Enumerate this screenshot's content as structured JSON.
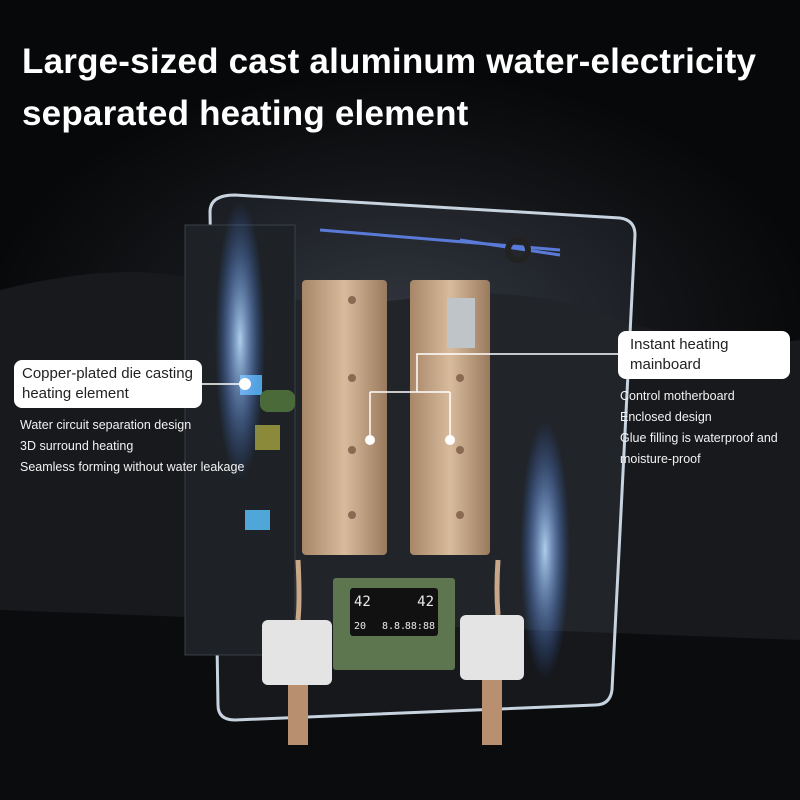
{
  "title": {
    "line1": "Large-sized cast aluminum water-electricity",
    "line2": "separated heating element"
  },
  "left_callout": {
    "label": "Copper-plated die casting heating element",
    "features": [
      "Water circuit separation design",
      "3D surround heating",
      "Seamless forming without water leakage"
    ]
  },
  "right_callout": {
    "label": "Instant heating mainboard",
    "features": [
      "Control motherboard",
      "Enclosed design",
      "Glue filling is waterproof and",
      "moisture-proof"
    ]
  },
  "display": {
    "left_temp": "42",
    "right_temp": "42",
    "small_left": "20",
    "mid": "8.8.",
    "clock": "88:88"
  },
  "colors": {
    "background": "#070809",
    "heating_element": "#c9a98a",
    "pcb": "#1e2226",
    "accent_glow": "#5aa0ff"
  }
}
